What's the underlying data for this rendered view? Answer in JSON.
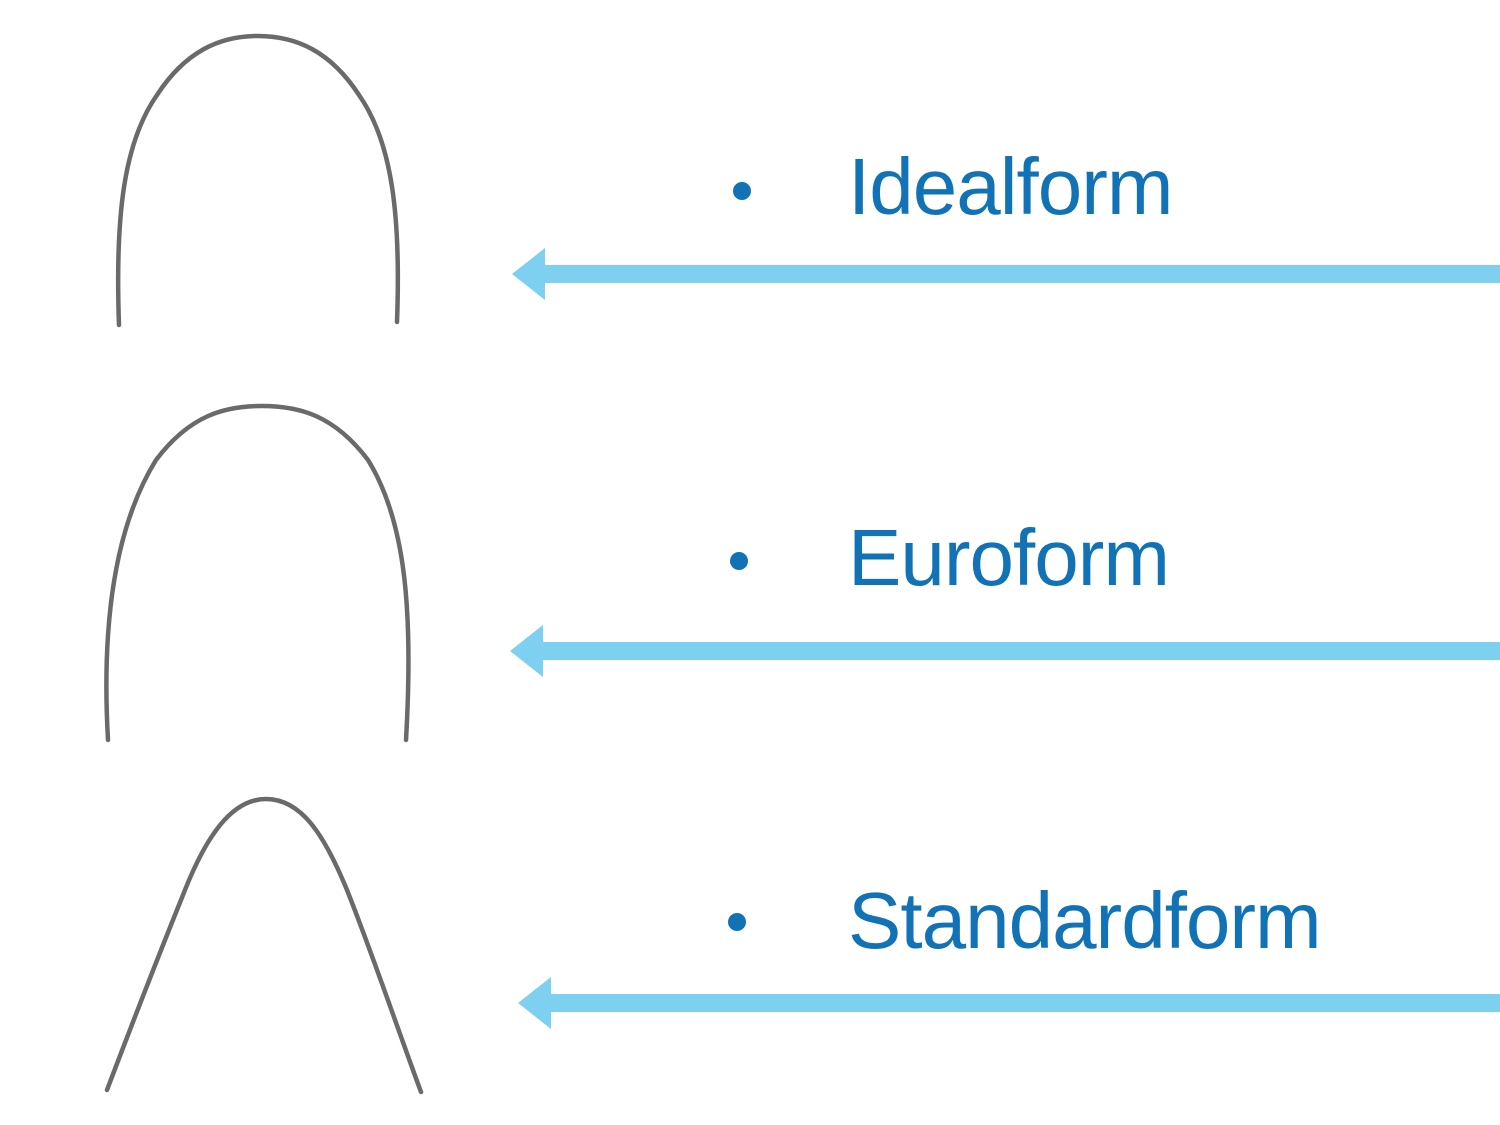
{
  "slide": {
    "items": [
      {
        "label": "Idealform"
      },
      {
        "label": "Euroform"
      },
      {
        "label": "Standardform"
      }
    ],
    "colors": {
      "label_text": "#1173B5",
      "arrow": "#7DD0F0",
      "wire": "#6A6A6A",
      "background": "#FFFFFF"
    }
  }
}
